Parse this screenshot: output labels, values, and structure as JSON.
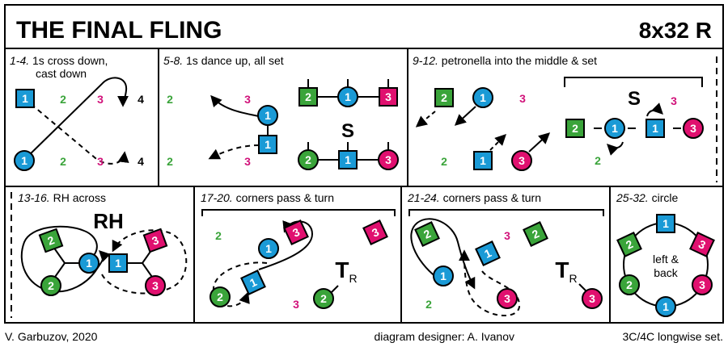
{
  "title": "THE FINAL FLING",
  "formation": "8x32 R",
  "footer": {
    "author": "V. Garbuzov, 2020",
    "designer": "diagram designer: A. Ivanov",
    "set": "3C/4C longwise set."
  },
  "colors": {
    "blue": "#1a9ad6",
    "green": "#3aa43a",
    "magenta": "#e0106f",
    "num_magenta": "#d1127a",
    "num_green": "#3aa43a"
  },
  "panels": [
    {
      "bars": "1-4.",
      "text": " 1s cross down,",
      "text2": "cast down"
    },
    {
      "bars": "5-8.",
      "text": " 1s dance up, all set",
      "big": "S"
    },
    {
      "bars": "9-12.",
      "text": " petronella into the middle & set",
      "big": "S"
    },
    {
      "bars": "13-16.",
      "text": " RH across",
      "big": "RH"
    },
    {
      "bars": "17-20.",
      "text": " corners pass & turn",
      "big": "T",
      "sub": "R"
    },
    {
      "bars": "21-24.",
      "text": " corners pass & turn",
      "big": "T",
      "sub": "R"
    },
    {
      "bars": "25-32.",
      "text": " circle",
      "center1": "left &",
      "center2": "back"
    }
  ],
  "labels": {
    "one": "1",
    "two": "2",
    "three": "3",
    "four": "4"
  }
}
